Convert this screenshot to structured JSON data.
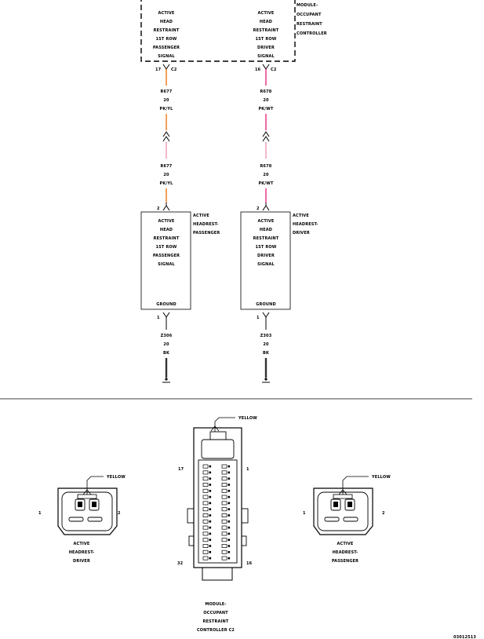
{
  "module_top": {
    "label_lines": [
      "MODULE-",
      "OCCUPANT",
      "RESTRAINT",
      "CONTROLLER"
    ],
    "left_signal_lines": [
      "ACTIVE",
      "HEAD",
      "RESTRAINT",
      "1ST ROW",
      "PASSENGER",
      "SIGNAL"
    ],
    "right_signal_lines": [
      "ACTIVE",
      "HEAD",
      "RESTRAINT",
      "1ST ROW",
      "DRIVER",
      "SIGNAL"
    ],
    "left_pin": "17",
    "left_conn": "C2",
    "right_pin": "16",
    "right_conn": "C2"
  },
  "wires": {
    "left": {
      "circuit": "R677",
      "gauge": "20",
      "color_code": "PK/YL",
      "color_a": "#f5a05a",
      "color_b": "#f2b8c8"
    },
    "right": {
      "circuit": "R678",
      "gauge": "20",
      "color_code": "PK/WT",
      "color_a": "#f06aa8",
      "color_b": "#f2b8c8"
    }
  },
  "headrest_left": {
    "pin_top": "2",
    "label_lines": [
      "ACTIVE",
      "HEADREST-",
      "PASSENGER"
    ],
    "signal_lines": [
      "ACTIVE",
      "HEAD",
      "RESTRAINT",
      "1ST ROW",
      "PASSENGER",
      "SIGNAL"
    ],
    "ground_label": "GROUND",
    "pin_bottom": "1",
    "ground_wire": {
      "circuit": "Z306",
      "gauge": "20",
      "color_code": "BK"
    }
  },
  "headrest_right": {
    "pin_top": "2",
    "label_lines": [
      "ACTIVE",
      "HEADREST-",
      "DRIVER"
    ],
    "signal_lines": [
      "ACTIVE",
      "HEAD",
      "RESTRAINT",
      "1ST ROW",
      "DRIVER",
      "SIGNAL"
    ],
    "ground_label": "GROUND",
    "pin_bottom": "1",
    "ground_wire": {
      "circuit": "Z303",
      "gauge": "20",
      "color_code": "BK"
    }
  },
  "connector_views": {
    "left": {
      "color_tag": "YELLOW",
      "pin_left": "1",
      "pin_right": "2",
      "label_lines": [
        "ACTIVE",
        "HEADREST-",
        "DRIVER"
      ]
    },
    "center": {
      "color_tag": "YELLOW",
      "pin_top_left": "17",
      "pin_top_right": "1",
      "pin_bottom_left": "32",
      "pin_bottom_right": "16",
      "label_lines": [
        "MODULE-",
        "OCCUPANT",
        "RESTRAINT",
        "CONTROLLER C2"
      ]
    },
    "right": {
      "color_tag": "YELLOW",
      "pin_left": "1",
      "pin_right": "2",
      "label_lines": [
        "ACTIVE",
        "HEADREST-",
        "PASSENGER"
      ]
    }
  },
  "figure_id": "03012513"
}
